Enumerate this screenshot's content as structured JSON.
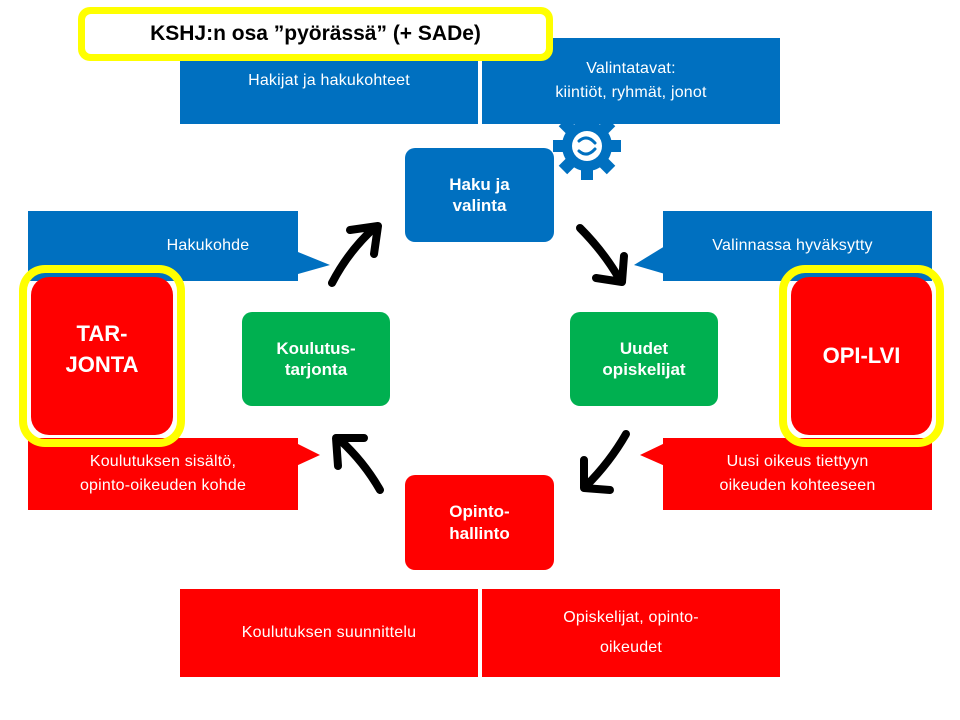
{
  "title": "KSHJ:n osa ”pyörässä” (+ SADe)",
  "top": {
    "left": "Hakijat ja hakukohteet",
    "right": "Valintatavat:\nkiintiöt, ryhmät, jonot"
  },
  "bottom": {
    "left": "Koulutuksen suunnittelu",
    "right": "Opiskelijat, opinto-\noikeudet"
  },
  "side": {
    "hakukohde": "Hakukohde",
    "valinnassa": "Valinnassa hyväksytty",
    "koulutuksen_sisalto": "Koulutuksen sisältö,\nopinto-oikeuden kohde",
    "uusi_oikeus": "Uusi oikeus tiettyyn\noikeuden kohteeseen"
  },
  "nodes": {
    "haku": "Haku ja\nvalinta",
    "uudet": "Uudet\nopiskelijat",
    "opinto": "Opinto-\nhallinto",
    "koulutus": "Koulutus-\ntarjonta"
  },
  "highlights": {
    "tarjonta": "TAR-\nJONTA",
    "opi": "OPI-LVI"
  },
  "colors": {
    "blue": "#0070c0",
    "red": "#ff0000",
    "green": "#00b050",
    "yellow": "#ffff00",
    "arrow": "#000000"
  },
  "icons": [
    "gear-icon",
    "cycle-arrow-icon"
  ]
}
